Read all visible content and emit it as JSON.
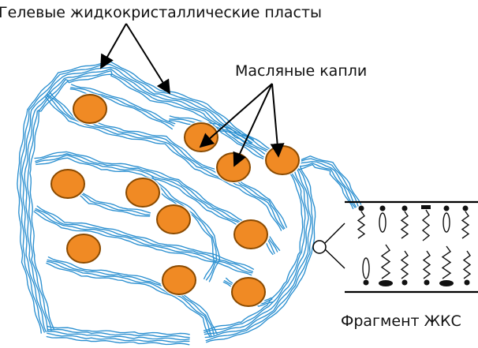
{
  "labels": {
    "gel_layers": "Гелевые жидкокристаллические пласты",
    "oil_drops": "Масляные капли",
    "fragment": "Фрагмент ЖКС"
  },
  "colors": {
    "layer_line": "#2a8fd0",
    "drop_fill": "#f08a24",
    "drop_outline": "#8a4a00",
    "ink": "#111111"
  }
}
